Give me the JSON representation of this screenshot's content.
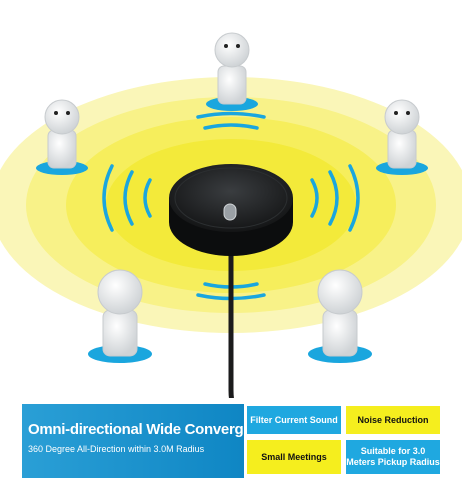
{
  "banner": {
    "title": "Omni-directional Wide Convergence",
    "subtitle": "360 Degree All-Direction within 3.0M Radius"
  },
  "features": [
    {
      "label": "Filter Current Sound",
      "style": "blue"
    },
    {
      "label": "Noise Reduction",
      "style": "yellow"
    },
    {
      "label": "Small Meetings",
      "style": "yellow"
    },
    {
      "label": "Suitable for 3.0 Meters Pickup Radius",
      "style": "blue"
    }
  ],
  "colors": {
    "accent_blue": "#1fa8e0",
    "accent_yellow": "#f5ee1e",
    "pickup_zone": "#f6f07a"
  },
  "icons": [
    "person-figure-icon",
    "conference-microphone-icon",
    "sound-wave-icon"
  ]
}
